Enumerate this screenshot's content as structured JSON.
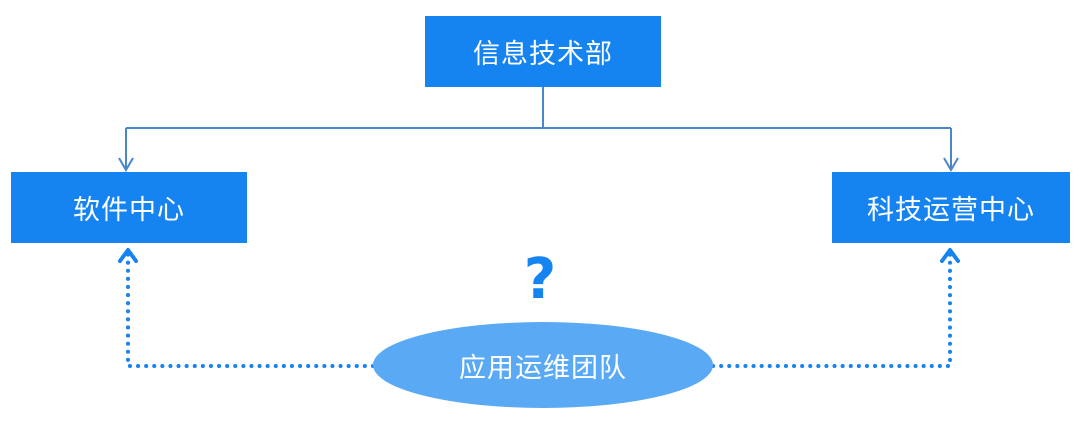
{
  "nodes": {
    "top": "信息技术部",
    "left": "软件中心",
    "right": "科技运营中心",
    "team": "应用运维团队"
  },
  "question_mark": "?",
  "colors": {
    "box": "#1583f0",
    "ellipse": "#5aa9f4",
    "connector": "#4a86c8",
    "dotted": "#1583f0"
  }
}
